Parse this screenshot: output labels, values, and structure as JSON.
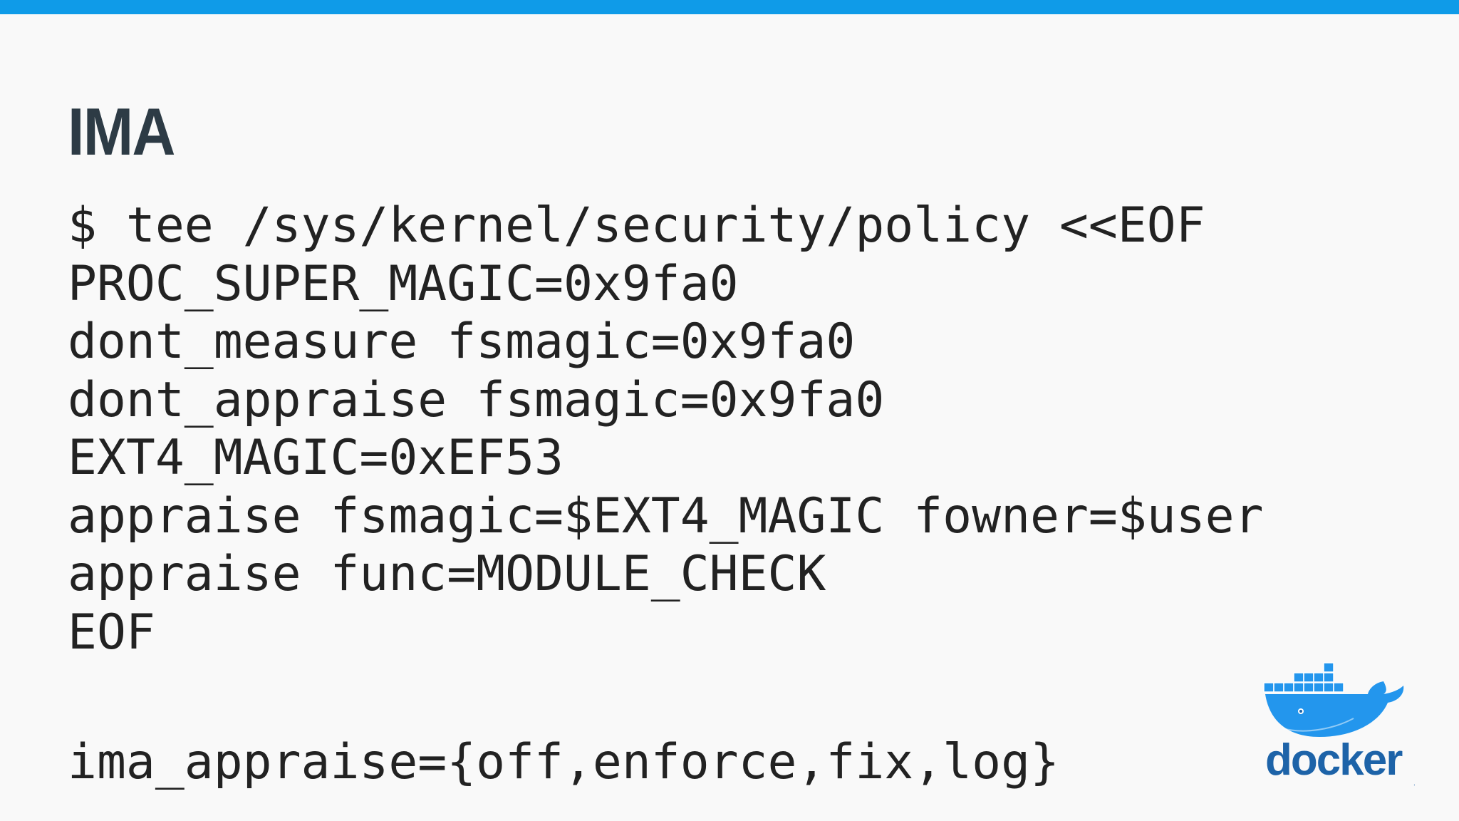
{
  "slide": {
    "title": "IMA",
    "code_lines": [
      "$ tee /sys/kernel/security/policy <<EOF",
      "PROC_SUPER_MAGIC=0x9fa0",
      "dont_measure fsmagic=0x9fa0",
      "dont_appraise fsmagic=0x9fa0",
      "EXT4_MAGIC=0xEF53",
      "appraise fsmagic=$EXT4_MAGIC fowner=$user",
      "appraise func=MODULE_CHECK",
      "EOF",
      "",
      "ima_appraise={off,enforce,fix,log}"
    ]
  },
  "logo": {
    "name": "docker",
    "icon": "docker-whale-icon",
    "reg_mark": "."
  },
  "colors": {
    "accent_bar": "#0f9be8",
    "title": "#2d3b45",
    "code_text": "#222222",
    "logo_blue": "#1d63a8",
    "logo_light_blue": "#2396ed"
  }
}
